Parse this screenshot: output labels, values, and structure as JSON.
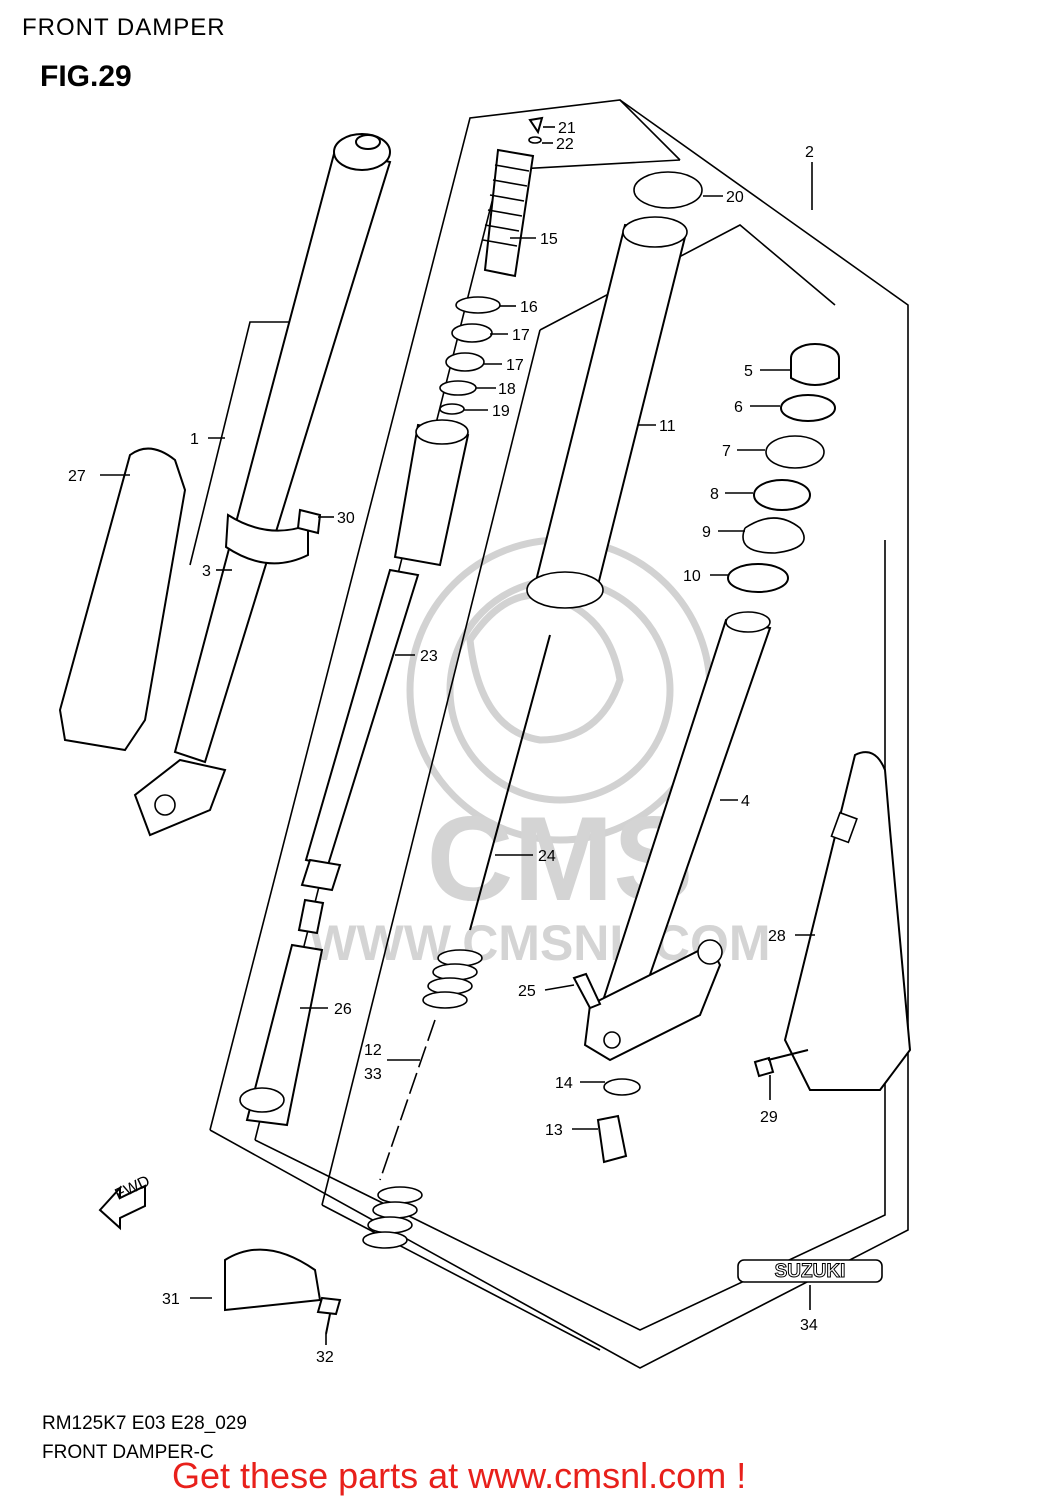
{
  "header": {
    "section": "FRONT DAMPER",
    "figure": "FIG.29"
  },
  "footer": {
    "model_code": "RM125K7 E03 E28_029",
    "caption": "FRONT DAMPER-C"
  },
  "promo": {
    "text": "Get these parts at www.cmsnl.com !",
    "color": "#e8201b"
  },
  "watermark": {
    "brand": "CMS",
    "url": "WWW.CMSNL.COM"
  },
  "badges": {
    "fwd": "FWD",
    "suzuki": "SUZUKI"
  },
  "callouts": [
    "1",
    "2",
    "3",
    "4",
    "5",
    "6",
    "7",
    "8",
    "9",
    "10",
    "11",
    "12",
    "33",
    "13",
    "14",
    "15",
    "16",
    "17",
    "17",
    "18",
    "19",
    "20",
    "21",
    "22",
    "23",
    "24",
    "25",
    "26",
    "27",
    "28",
    "29",
    "30",
    "31",
    "32",
    "34"
  ]
}
